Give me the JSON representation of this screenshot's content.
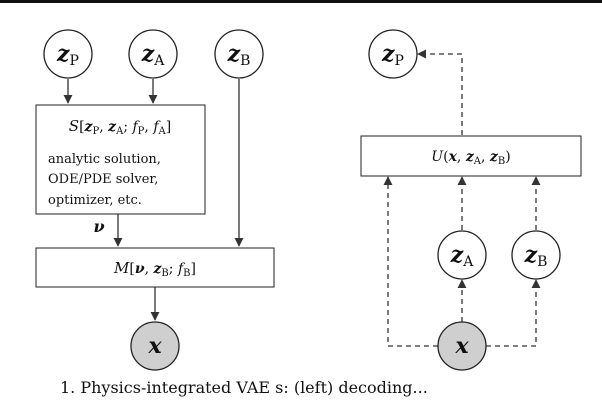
{
  "nodes": {
    "zP_left": {
      "sym": "z",
      "sub": "P"
    },
    "zA_left": {
      "sym": "z",
      "sub": "A"
    },
    "zB_left": {
      "sym": "z",
      "sub": "B"
    },
    "x_left": {
      "sym": "x"
    },
    "zP_right": {
      "sym": "z",
      "sub": "P"
    },
    "zA_right": {
      "sym": "z",
      "sub": "A"
    },
    "zB_right": {
      "sym": "z",
      "sub": "B"
    },
    "x_right": {
      "sym": "x"
    }
  },
  "solver_box": {
    "op": "S",
    "args": {
      "a": "z",
      "a_sub": "P",
      "b": "z",
      "b_sub": "A",
      "c": "f",
      "c_sub": "P",
      "d": "f",
      "d_sub": "A"
    },
    "lines": [
      "analytic solution,",
      "ODE/PDE solver,",
      "optimizer,  etc."
    ]
  },
  "nu_label": "ν",
  "model_box": {
    "op": "M",
    "a": "ν",
    "b": "z",
    "b_sub": "B",
    "c": "f",
    "c_sub": "B"
  },
  "encoder_box": {
    "op": "U",
    "a": "x",
    "b": "z",
    "b_sub": "A",
    "c": "z",
    "c_sub": "B"
  },
  "caption": "1. Physics-integrated VAE s: (left) decoding..."
}
